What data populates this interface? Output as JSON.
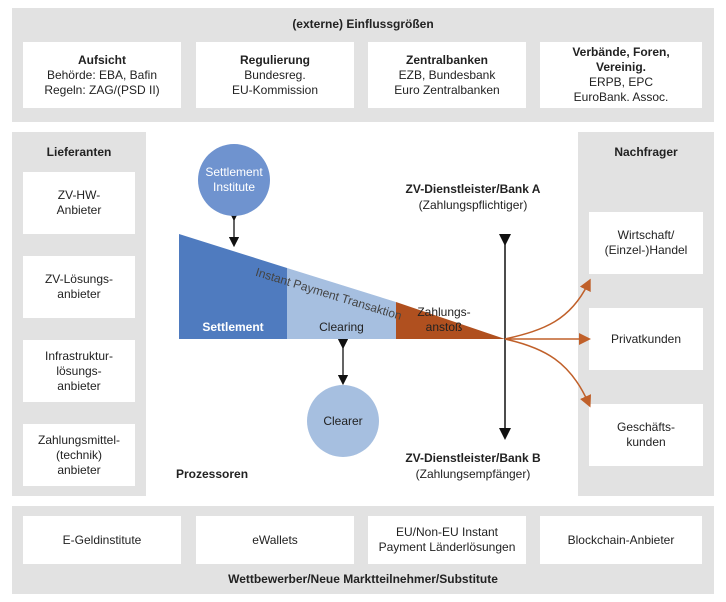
{
  "top": {
    "title": "(externe) Einflussgrößen",
    "boxes": [
      {
        "title": "Aufsicht",
        "lines": [
          "Behörde: EBA, Bafin",
          "Regeln: ZAG/(PSD II)"
        ]
      },
      {
        "title": "Regulierung",
        "lines": [
          "Bundesreg.",
          "EU-Kommission"
        ]
      },
      {
        "title": "Zentralbanken",
        "lines": [
          "EZB, Bundesbank",
          "Euro Zentralbanken"
        ]
      },
      {
        "title": "Verbände, Foren, Vereinig.",
        "lines": [
          "ERPB, EPC",
          "EuroBank. Assoc."
        ]
      }
    ]
  },
  "left": {
    "title": "Lieferanten",
    "items": [
      "ZV-HW-\nAnbieter",
      "ZV-Lösungs-\nanbieter",
      "Infrastruktur-\nlösungs-\nanbieter",
      "Zahlungsmittel-\n(technik)\nanbieter"
    ]
  },
  "right": {
    "title": "Nachfrager",
    "items": [
      "Wirtschaft/\n(Einzel-)Handel",
      "Privatkunden",
      "Geschäfts-\nkunden"
    ]
  },
  "center": {
    "settlement_institute": "Settlement\nInstitute",
    "clearer": "Clearer",
    "transaction_label": "Instant Payment Transaktion",
    "segments": {
      "settlement": "Settlement",
      "clearing": "Clearing",
      "zahlungsanstoss": "Zahlungs-\nanstoß"
    },
    "bank_a_title": "ZV-Dienstleister/Bank A",
    "bank_a_sub": "(Zahlungspflichtiger)",
    "bank_b_title": "ZV-Dienstleister/Bank B",
    "bank_b_sub": "(Zahlungsempfänger)",
    "prozessoren": "Prozessoren",
    "colors": {
      "settlement": "#4f7bbf",
      "clearing": "#a6bfe0",
      "zahlungsanstoss": "#b0501f",
      "circle": "#6f93cf",
      "arrow_orange": "#c0602a"
    }
  },
  "bottom": {
    "title": "Wettbewerber/Neue Marktteilnehmer/Substitute",
    "boxes": [
      "E-Geldinstitute",
      "eWallets",
      "EU/Non-EU Instant\nPayment Länderlösungen",
      "Blockchain-Anbieter"
    ]
  }
}
